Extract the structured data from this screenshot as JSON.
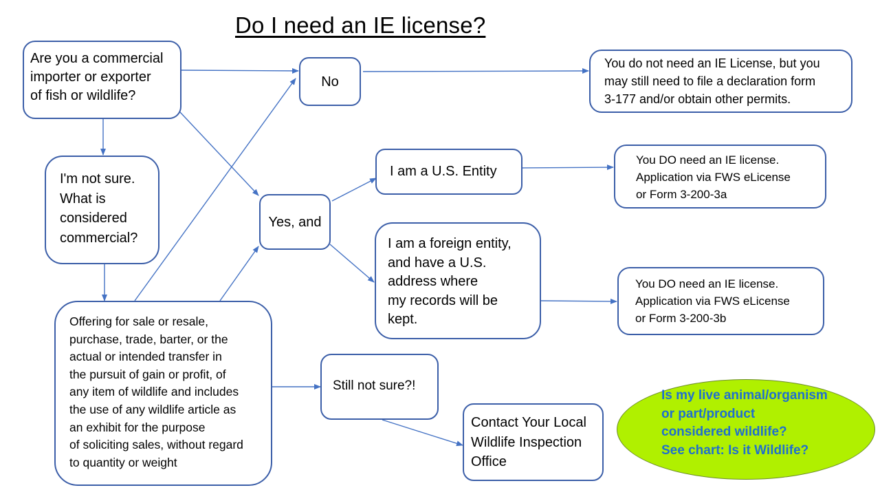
{
  "title": "Do I need an IE license?",
  "nodes": {
    "q_commercial": "Are you a commercial\nimporter or exporter\nof fish or wildlife?",
    "no": "No",
    "no_result": "You do not need an IE License, but you\nmay still need to file a declaration form\n3-177 and/or obtain other permits.",
    "not_sure": "I'm not sure.\n What is\nconsidered\ncommercial?",
    "yes_and": "Yes, and",
    "us_entity": "I am a U.S. Entity",
    "us_result": "You DO need an IE license.\nApplication via FWS eLicense\nor Form 3-200-3a",
    "foreign_entity": "I am a foreign entity,\nand have a U.S.\naddress where\nmy records will be\nkept.",
    "foreign_result": "You DO need an IE license.\nApplication via FWS eLicense\nor Form 3-200-3b",
    "definition": "Offering for sale or resale,\npurchase, trade, barter, or the\nactual or intended transfer in\nthe pursuit of gain or profit, of\nany item of wildlife and includes\nthe use of any wildlife article as\nan exhibit for the purpose\nof soliciting sales, without regard\nto quantity or weight",
    "still_not_sure": "Still not sure?!",
    "contact": "Contact Your Local\nWildlife Inspection\nOffice",
    "wildlife_callout": "Is my live animal/organism\nor part/product\nconsidered wildlife?\nSee chart:  Is it Wildlife?"
  },
  "colors": {
    "box_border": "#3b5ea8",
    "arrow": "#4472c4",
    "callout_fill": "#b0f000",
    "callout_text": "#1f6fcf"
  }
}
